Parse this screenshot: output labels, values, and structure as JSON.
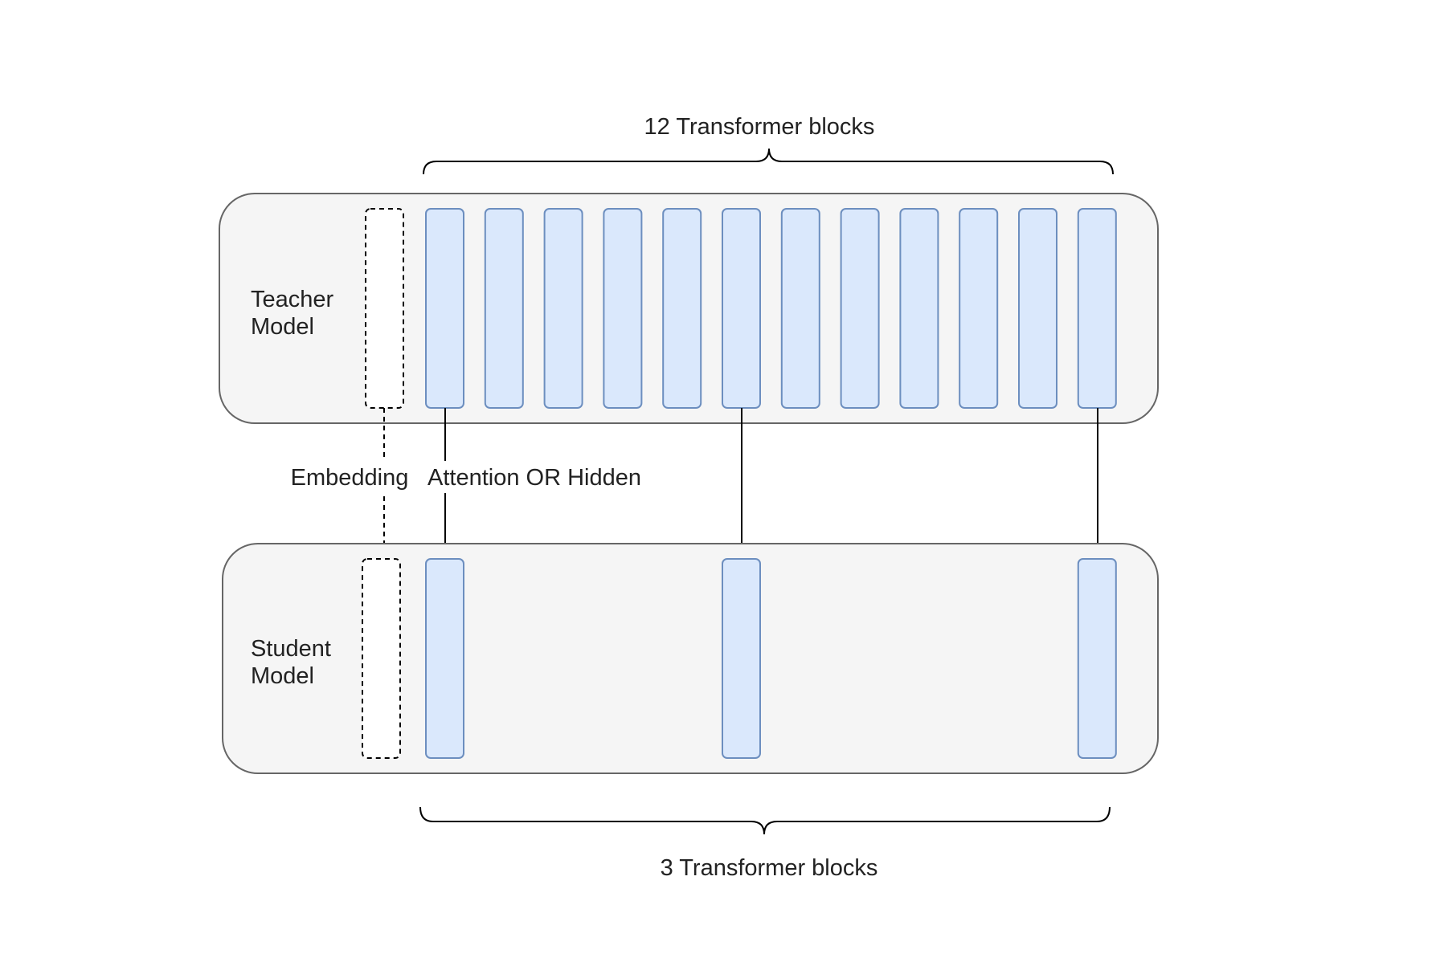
{
  "top_brace_label": "12 Transformer blocks",
  "bottom_brace_label": "3 Transformer blocks",
  "teacher": {
    "label_line1": "Teacher",
    "label_line2": "Model",
    "block_count": 12
  },
  "student": {
    "label_line1": "Student",
    "label_line2": "Model",
    "block_count": 3,
    "mapped_teacher_blocks": [
      1,
      6,
      12
    ]
  },
  "connections": {
    "embedding_label": "Embedding",
    "attention_label": "Attention OR Hidden"
  },
  "colors": {
    "block_fill": "#dae8fc",
    "block_stroke": "#6c8ebf",
    "panel_fill": "#f5f5f5",
    "panel_stroke": "#666666"
  }
}
